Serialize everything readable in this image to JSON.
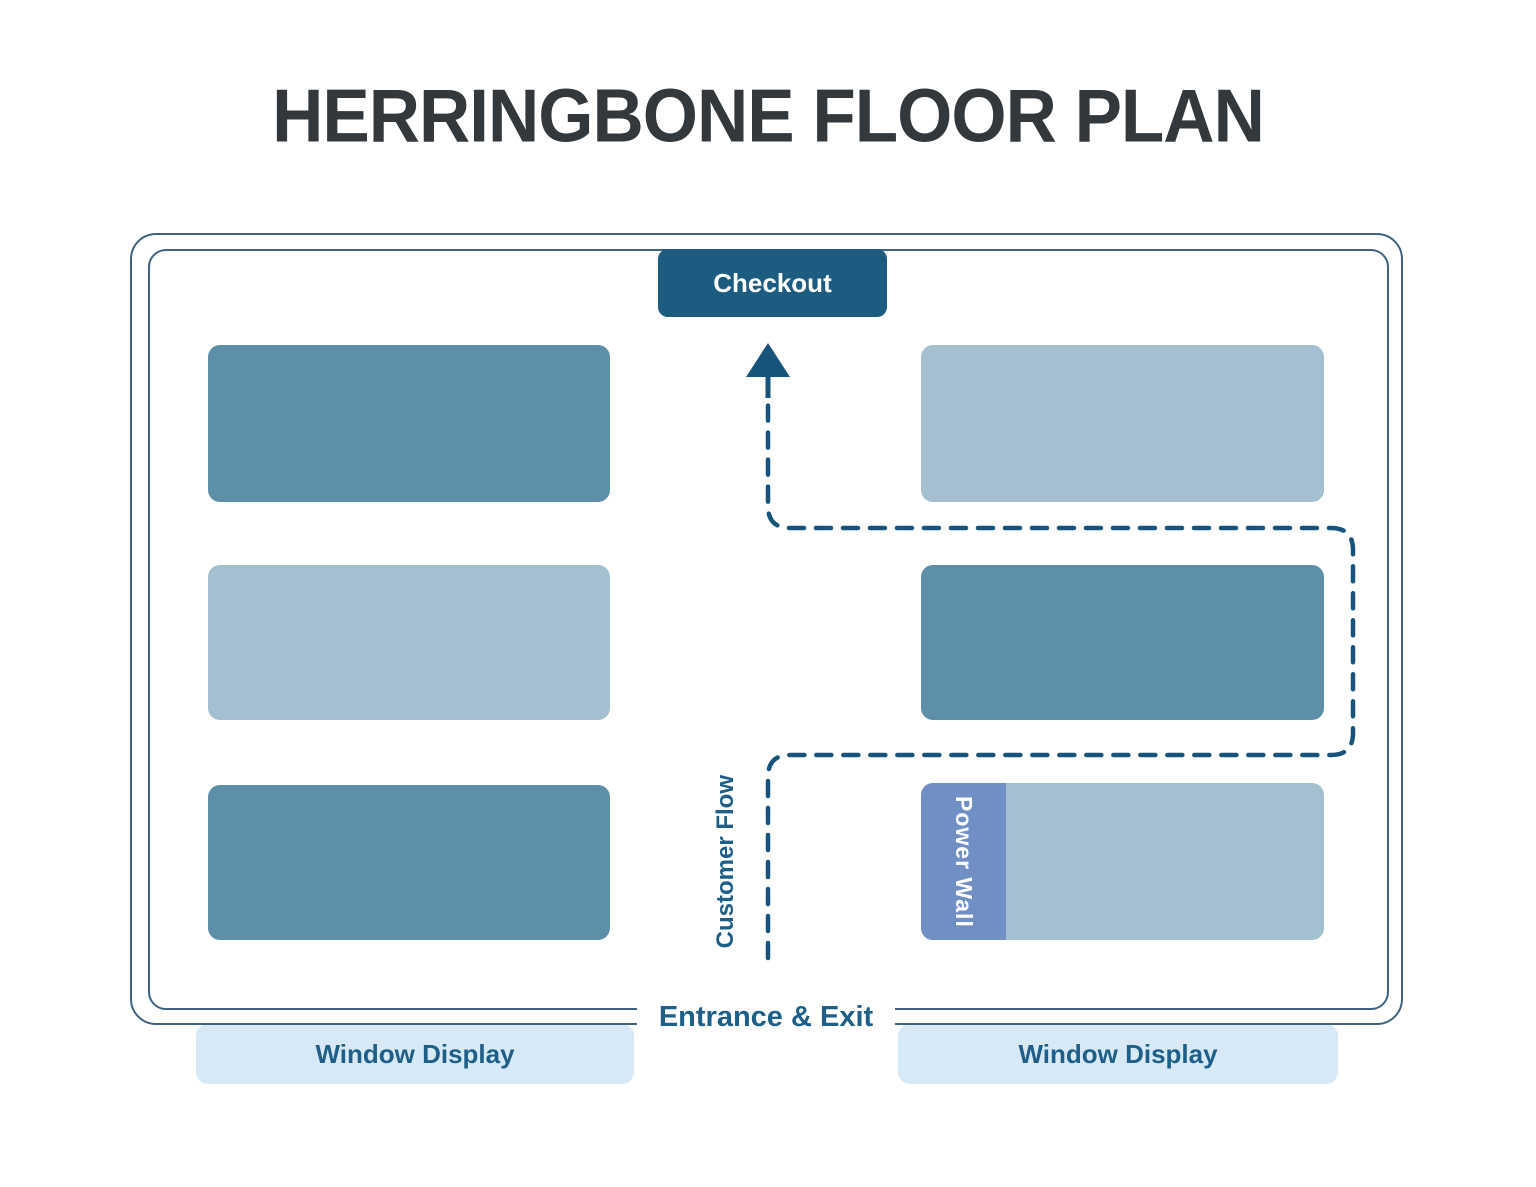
{
  "title": "HERRINGBONE FLOOR PLAN",
  "checkout": {
    "label": "Checkout"
  },
  "flow": {
    "customer_flow_label": "Customer Flow",
    "entrance_label": "Entrance & Exit",
    "direction_icon": "up-arrow"
  },
  "power_wall": {
    "label": "Power Wall"
  },
  "window_displays": [
    {
      "label": "Window Display"
    },
    {
      "label": "Window Display"
    }
  ],
  "fixtures": {
    "left_column_tones": [
      "medium",
      "light",
      "medium"
    ],
    "right_column_tones": [
      "light",
      "medium",
      "light"
    ]
  },
  "colors": {
    "title_text": "#32383c",
    "outline_stroke": "#3d6283",
    "fixture_medium": "#5d8fa9",
    "fixture_light": "#a3bfd0",
    "checkout_bg": "#1b5c80",
    "checkout_text": "#ffffff",
    "flow_line": "#17537a",
    "label_text": "#1d5f88",
    "power_wall_bg": "#7090c5",
    "power_wall_text": "#ffffff",
    "window_display_bg": "#d7e8f6"
  }
}
